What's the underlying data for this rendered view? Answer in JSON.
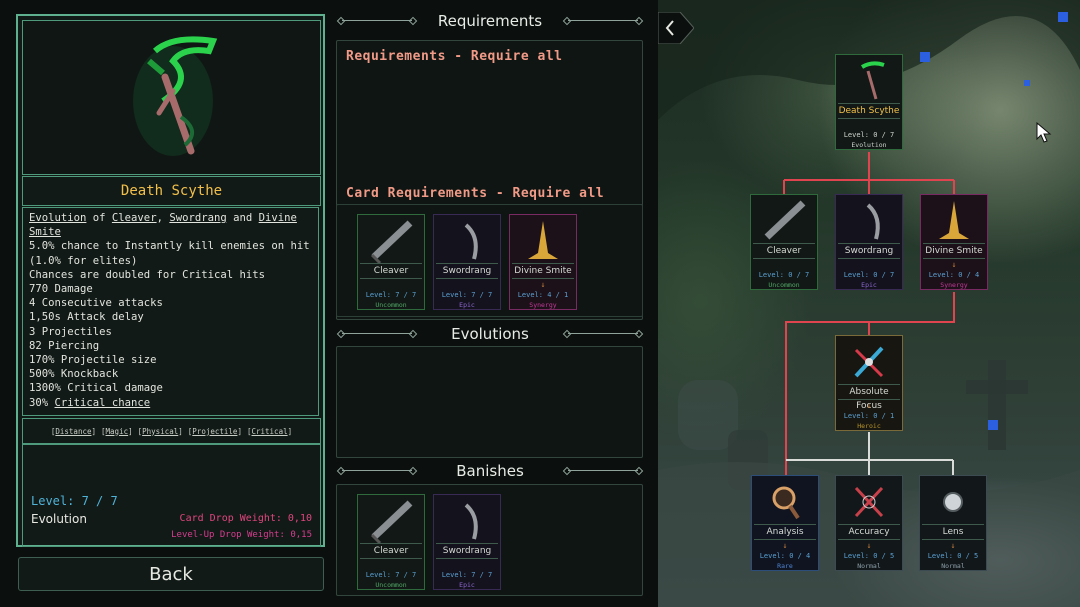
{
  "item": {
    "name": "Death Scythe",
    "desc_prefix": "Evolution",
    "desc_of": " of ",
    "desc_link1": "Cleaver",
    "desc_comma": ", ",
    "desc_link2": "Swordrang",
    "desc_and": " and ",
    "desc_link3": "Divine Smite",
    "lines": [
      "5.0% chance to Instantly kill enemies on hit",
      "(1.0% for elites)",
      "Chances are doubled for Critical hits",
      "770 Damage",
      "4 Consecutive attacks",
      "1,50s Attack delay",
      "3 Projectiles",
      "82 Piercing",
      "170% Projectile size",
      "500% Knockback",
      "1300% Critical damage"
    ],
    "last_line_prefix": "30% ",
    "last_line_link": "Critical chance",
    "tags": [
      "Distance",
      "Magic",
      "Physical",
      "Projectile",
      "Critical"
    ],
    "level": "Level: 7 / 7",
    "type": "Evolution",
    "card_drop_weight": "Card Drop Weight: 0,10",
    "levelup_drop_weight": "Level-Up Drop Weight: 0,15"
  },
  "back_label": "Back",
  "sections": {
    "requirements": "Requirements",
    "requirements_title": "Requirements - Require all",
    "card_requirements_title": "Card Requirements - Require all",
    "evolutions": "Evolutions",
    "banishes": "Banishes"
  },
  "card_requirements": [
    {
      "name": "Cleaver",
      "level": "Level: 7 / 7",
      "rarity": "Uncommon"
    },
    {
      "name": "Swordrang",
      "level": "Level: 7 / 7",
      "rarity": "Epic"
    },
    {
      "name": "Divine Smite",
      "level": "Level: 4 / 1",
      "rarity": "Synergy"
    }
  ],
  "banishes": [
    {
      "name": "Cleaver",
      "level": "Level: 7 / 7",
      "rarity": "Uncommon"
    },
    {
      "name": "Swordrang",
      "level": "Level: 7 / 7",
      "rarity": "Epic"
    }
  ],
  "tree": {
    "root": {
      "name": "Death Scythe",
      "level": "Level: 0 / 7",
      "rarity": "Evolution"
    },
    "row1": [
      {
        "name": "Cleaver",
        "level": "Level: 0 / 7",
        "rarity": "Uncommon"
      },
      {
        "name": "Swordrang",
        "level": "Level: 0 / 7",
        "rarity": "Epic"
      },
      {
        "name": "Divine Smite",
        "level": "Level: 0 / 4",
        "rarity": "Synergy"
      }
    ],
    "mid": {
      "name": "Absolute Focus",
      "level": "Level: 0 / 1",
      "rarity": "Heroic"
    },
    "row3": [
      {
        "name": "Analysis",
        "level": "Level: 0 / 4",
        "rarity": "Rare"
      },
      {
        "name": "Accuracy",
        "level": "Level: 0 / 5",
        "rarity": "Normal"
      },
      {
        "name": "Lens",
        "level": "Level: 0 / 5",
        "rarity": "Normal"
      }
    ]
  },
  "colors": {
    "accent": "#5fb08f",
    "gold": "#f2c04a",
    "salmon": "#f19a87",
    "tree_link": "#e0444e"
  },
  "icons": [
    "scythe-icon",
    "sword-icon",
    "boomerang-icon",
    "divine-smite-icon",
    "crossed-swords-icon",
    "magnifier-icon",
    "crosshair-icon",
    "lens-icon",
    "chevron-left-icon",
    "mouse-cursor-icon"
  ]
}
